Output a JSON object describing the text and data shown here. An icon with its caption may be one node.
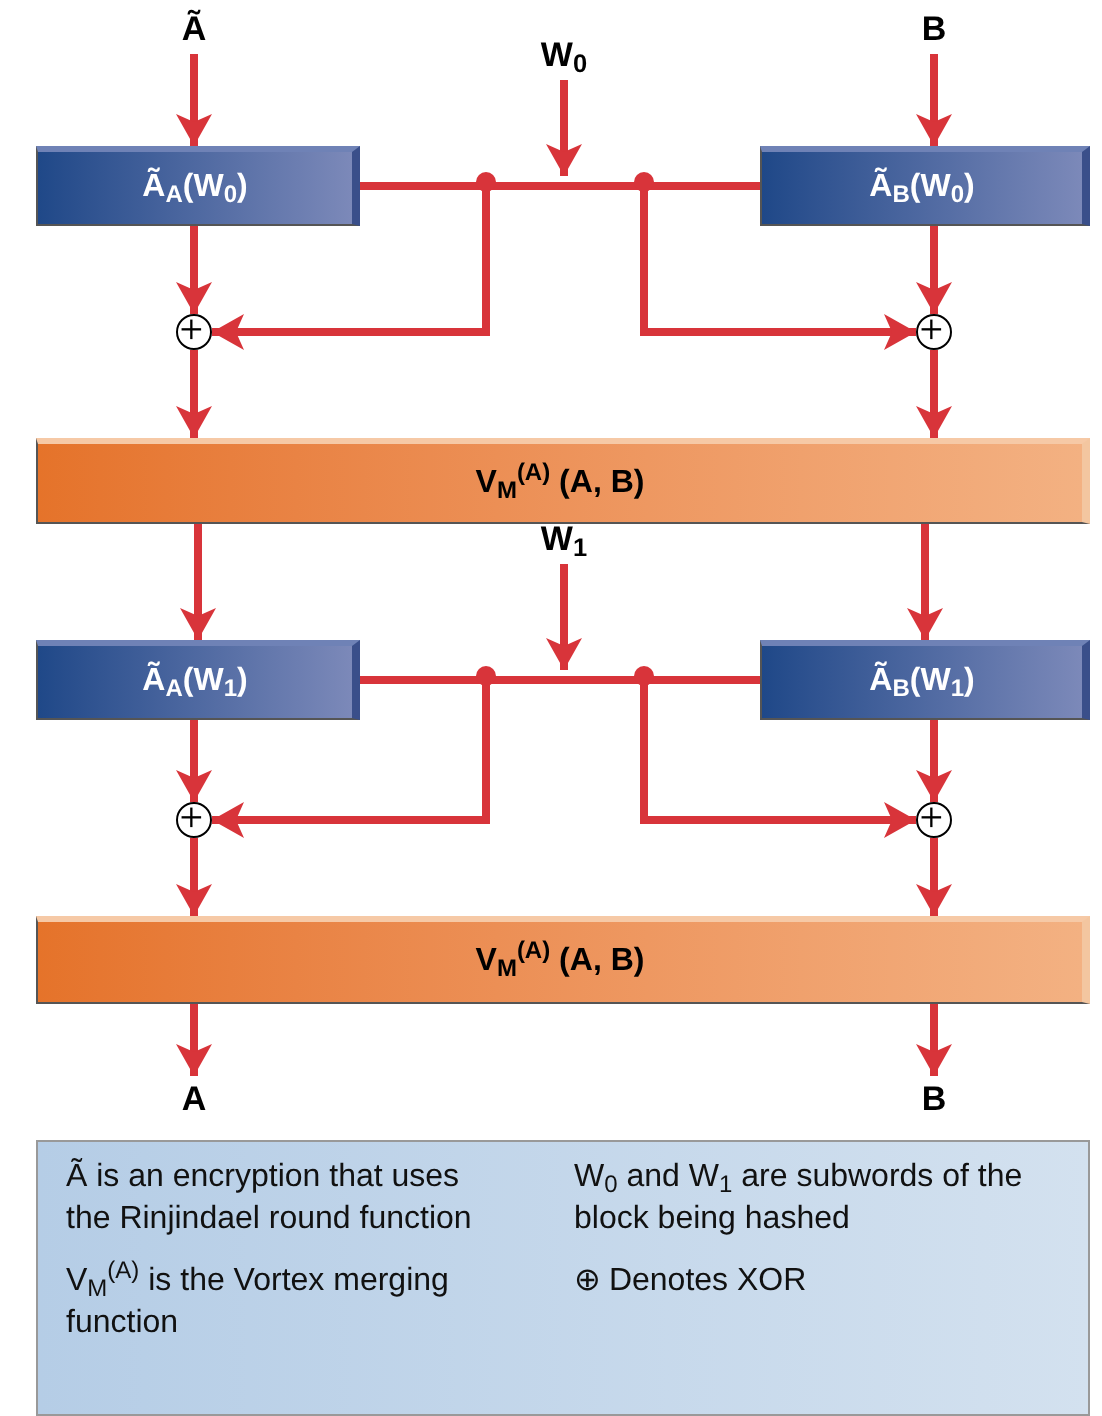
{
  "diagram": {
    "nodes": [
      {
        "text": [
          "Ã"
        ]
      },
      {
        "text": [
          "B"
        ]
      },
      {
        "text": [
          "W$_{0}$"
        ]
      },
      {
        "text": [
          "Ã$_{A}$(W$_{0}$)"
        ]
      },
      {
        "text": [
          "Ã$_{B}$(W$_{0}$)"
        ]
      },
      {
        "text": [],
        "shape": "circle"
      },
      {
        "text": [],
        "shape": "circle"
      },
      {
        "text": [
          "V$_{M}$$^{(A)}$ (A, B)"
        ]
      },
      {
        "text": [
          "W$_{1}$"
        ]
      },
      {
        "text": [
          "Ã$_{A}$(W$_{1}$)"
        ]
      },
      {
        "text": [
          "Ã$_{B}$(W$_{1}$)"
        ]
      },
      {
        "text": [],
        "shape": "circle"
      },
      {
        "text": [],
        "shape": "circle"
      },
      {
        "text": [
          "V$_{M}$$^{(A)}$ (A, B)"
        ]
      },
      {
        "text": [
          "A"
        ]
      },
      {
        "text": [
          "B"
        ]
      }
    ],
    "edges": [
      {
        "from": 0,
        "to": 3,
        "arrow": "to"
      },
      {
        "from": 1,
        "to": 4,
        "arrow": "to"
      },
      {
        "from": 2,
        "to": null,
        "arrow": "to"
      },
      {
        "from": 3,
        "to": 4,
        "arrow": "none"
      },
      {
        "from": null,
        "to": 5,
        "arrow": "to"
      },
      {
        "from": null,
        "to": 6,
        "arrow": "to"
      },
      {
        "from": 3,
        "to": 5,
        "arrow": "to"
      },
      {
        "from": 4,
        "to": 6,
        "arrow": "to"
      },
      {
        "from": 5,
        "to": 7,
        "arrow": "to"
      },
      {
        "from": 6,
        "to": 7,
        "arrow": "to"
      },
      {
        "from": 7,
        "to": 9,
        "arrow": "to"
      },
      {
        "from": 7,
        "to": 10,
        "arrow": "to"
      },
      {
        "from": 8,
        "to": null,
        "arrow": "to"
      },
      {
        "from": 9,
        "to": 10,
        "arrow": "none"
      },
      {
        "from": null,
        "to": 11,
        "arrow": "to"
      },
      {
        "from": null,
        "to": 12,
        "arrow": "to"
      },
      {
        "from": 9,
        "to": 11,
        "arrow": "to"
      },
      {
        "from": 10,
        "to": 12,
        "arrow": "to"
      },
      {
        "from": 11,
        "to": 13,
        "arrow": "to"
      },
      {
        "from": 12,
        "to": 13,
        "arrow": "to"
      },
      {
        "from": 13,
        "to": 14,
        "arrow": "to"
      },
      {
        "from": 13,
        "to": 15,
        "arrow": "to"
      }
    ],
    "labels": [
      "Ã is an encryption that uses the Rinjindael round function",
      "W$_{0}$ and W$_{1}$ are subwords of the block being hashed",
      "V$_{M}$$^{(A)}$ is the Vortex merging function",
      "⊕ Denotes XOR"
    ]
  }
}
